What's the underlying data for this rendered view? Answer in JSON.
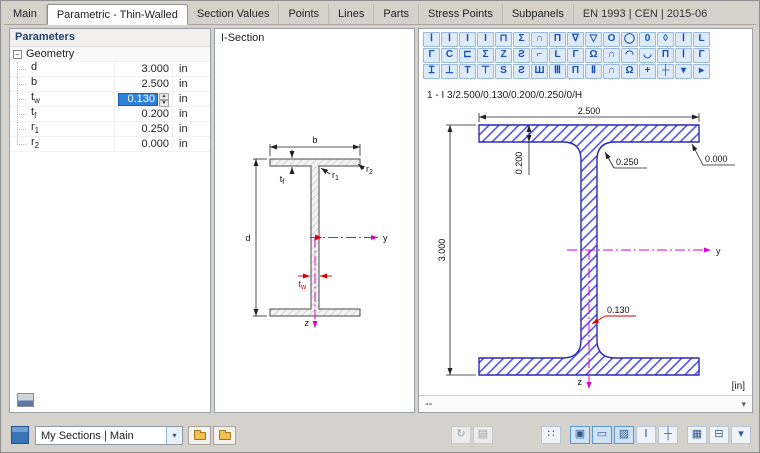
{
  "colors": {
    "selection": "#2f80d8",
    "icon_blue": "#1c4fae",
    "hatch_blue": "#5353e8",
    "axis_magenta": "#dd00cc",
    "dim_red": "#d80000"
  },
  "glyphs": {
    "collapse": "−",
    "chevron": "▾",
    "comment_arrow": "▾",
    "spin_up": "▲",
    "spin_down": "▼"
  },
  "tabs": {
    "items": [
      "Main",
      "Parametric - Thin-Walled",
      "Section Values",
      "Points",
      "Lines",
      "Parts",
      "Stress Points",
      "Subpanels"
    ],
    "active_index": 1,
    "standard_label": "EN 1993 | CEN | 2015-06"
  },
  "parameters": {
    "header": "Parameters",
    "group_label": "Geometry",
    "rows": [
      {
        "label": "d",
        "sub": "",
        "value": "3.000",
        "unit": "in"
      },
      {
        "label": "b",
        "sub": "",
        "value": "2.500",
        "unit": "in"
      },
      {
        "label": "t",
        "sub": "w",
        "value": "0.130",
        "unit": "in"
      },
      {
        "label": "t",
        "sub": "f",
        "value": "0.200",
        "unit": "in"
      },
      {
        "label": "r",
        "sub": "1",
        "value": "0.250",
        "unit": "in"
      },
      {
        "label": "r",
        "sub": "2",
        "value": "0.000",
        "unit": "in"
      }
    ]
  },
  "preview": {
    "title": "I-Section",
    "labels": {
      "b": {
        "main": "b",
        "sub": ""
      },
      "d": {
        "main": "d",
        "sub": ""
      },
      "tf": {
        "main": "t",
        "sub": "f"
      },
      "tw": {
        "main": "t",
        "sub": "w"
      },
      "r1": {
        "main": "r",
        "sub": "1"
      },
      "r2": {
        "main": "r",
        "sub": "2"
      },
      "y": "y",
      "z": "z"
    }
  },
  "shape_grid": {
    "rows": [
      [
        [
          "i-rolled-icon",
          "Ⅰ"
        ],
        [
          "i-welded-icon",
          "Ⅰ"
        ],
        [
          "i-narrow-icon",
          "I"
        ],
        [
          "i-mono-icon",
          "Ι"
        ],
        [
          "channel-up-icon",
          "⊓"
        ],
        [
          "sigma-section-icon",
          "Σ"
        ],
        [
          "hat-section-icon",
          "∩"
        ],
        [
          "pi-section-icon",
          "Π"
        ],
        [
          "v-section-icon",
          "∇"
        ],
        [
          "v-section-2-icon",
          "▽"
        ],
        [
          "round-bar-icon",
          "O"
        ],
        [
          "pipe-section-icon",
          "◯"
        ],
        [
          "oval-section-icon",
          "0"
        ],
        [
          "hollow-section-icon",
          "◊"
        ],
        [
          "i-column-icon",
          "Ⅰ"
        ],
        [
          "angle-section-icon",
          "L"
        ]
      ],
      [
        [
          "angle-mirror-icon",
          "Γ"
        ],
        [
          "c-section-icon",
          "C"
        ],
        [
          "c-open-icon",
          "⊏"
        ],
        [
          "sigma-2-icon",
          "Σ"
        ],
        [
          "z-section-icon",
          "Z"
        ],
        [
          "z-mirror-icon",
          "Ƨ"
        ],
        [
          "l-corner-icon",
          "⌐"
        ],
        [
          "l-section-icon",
          "L"
        ],
        [
          "gamma-section-icon",
          "Γ"
        ],
        [
          "omega-section-icon",
          "Ω"
        ],
        [
          "arch-section-icon",
          "∩"
        ],
        [
          "arc-up-icon",
          "◠"
        ],
        [
          "arc-down-icon",
          "◡"
        ],
        [
          "pi-2-icon",
          "Π"
        ],
        [
          "i-tall-icon",
          "Ⅰ"
        ],
        [
          "angle-3-icon",
          "Γ"
        ]
      ],
      [
        [
          "i-flat-icon",
          "Ɪ"
        ],
        [
          "tee-down-icon",
          "⊥"
        ],
        [
          "tee-section-icon",
          "T"
        ],
        [
          "tee-top-icon",
          "⊤"
        ],
        [
          "s-section-icon",
          "S"
        ],
        [
          "s-mirror-icon",
          "Ƨ"
        ],
        [
          "sha-section-icon",
          "Ш"
        ],
        [
          "triple-i-icon",
          "Ⅲ"
        ],
        [
          "pi-3-icon",
          "Π"
        ],
        [
          "double-i-icon",
          "Ⅱ"
        ],
        [
          "cap-section-icon",
          "∩"
        ],
        [
          "omega-2-icon",
          "Ω"
        ],
        [
          "cross-section-icon",
          "+"
        ],
        [
          "cross-2-icon",
          "┼"
        ],
        [
          "expand-shapes-icon",
          "▾"
        ],
        [
          "more-shapes-icon",
          "▸"
        ]
      ]
    ]
  },
  "main_view": {
    "designation": "1 - I 3/2.500/0.130/0.200/0.250/0/H",
    "dims": {
      "b": "2.500",
      "d": "3.000",
      "tf": "0.200",
      "r1": "0.250",
      "r2": "0.000",
      "tw": "0.130"
    },
    "axes": {
      "y": "y",
      "z": "z"
    },
    "unit_label": "[in]",
    "comment": "--"
  },
  "bottom_bar": {
    "library_combo": "My Sections | Main",
    "toolbar": [
      {
        "name": "refresh-icon",
        "glyph": "↻",
        "disabled": true
      },
      {
        "name": "color-scale-icon",
        "glyph": "▤",
        "disabled": true
      },
      {
        "sep": true,
        "wide": true
      },
      {
        "name": "select-objects-icon",
        "glyph": "∷"
      },
      {
        "sep": true
      },
      {
        "name": "show-solid-section-icon",
        "glyph": "▣",
        "active": true
      },
      {
        "name": "show-outline-icon",
        "glyph": "▭",
        "active": true
      },
      {
        "name": "show-hatching-icon",
        "glyph": "▨",
        "active": true
      },
      {
        "name": "show-stress-points-icon",
        "glyph": "Ⅰ"
      },
      {
        "name": "show-dimensions-icon",
        "glyph": "┼"
      },
      {
        "sep": true
      },
      {
        "name": "table-view-icon",
        "glyph": "▦"
      },
      {
        "name": "printer-icon",
        "glyph": "⊟"
      },
      {
        "name": "print-options-icon",
        "glyph": "▾"
      }
    ]
  }
}
